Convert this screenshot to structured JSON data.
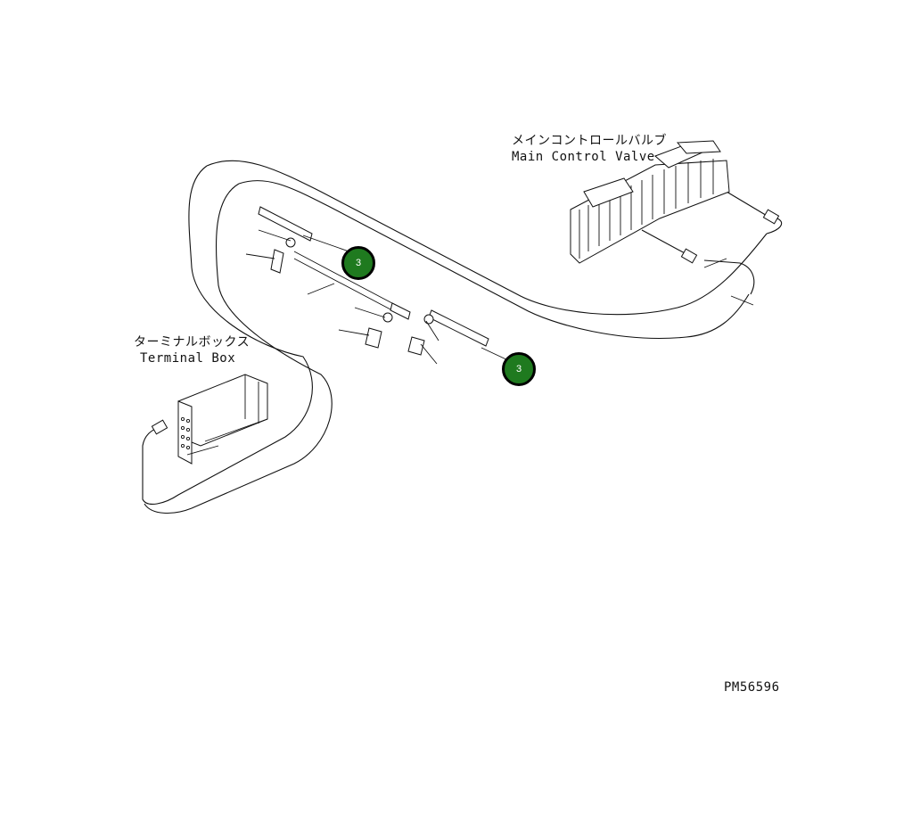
{
  "labels": {
    "main_control_valve_jp": "メインコントロールバルブ",
    "main_control_valve_en": "Main Control Valve",
    "terminal_box_jp": "ターミナルボックス",
    "terminal_box_en": "Terminal Box",
    "drawing_number": "PM56596"
  },
  "callouts": [
    {
      "number": "3",
      "fill_color": "#1f7a1f"
    },
    {
      "number": "3",
      "fill_color": "#1f7a1f"
    }
  ]
}
